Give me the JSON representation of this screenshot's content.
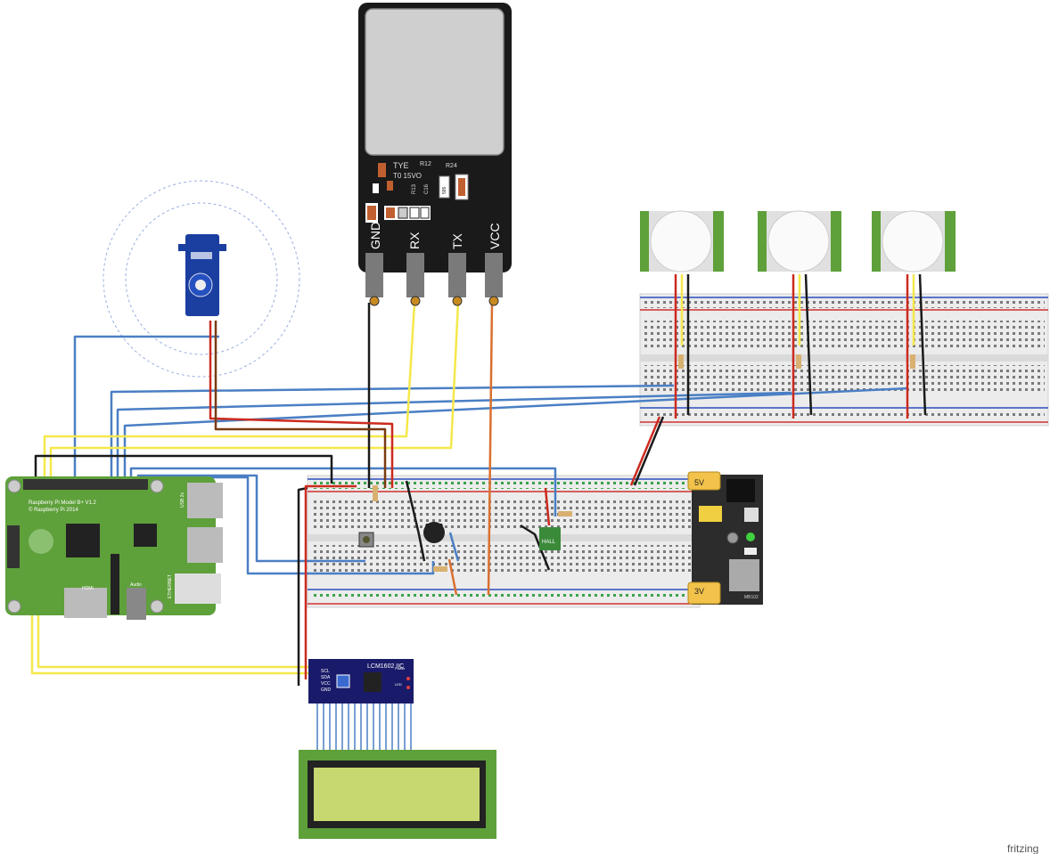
{
  "fingerprint": {
    "pins": [
      "GND",
      "RX",
      "TX",
      "VCC"
    ],
    "labels": [
      "TYE",
      "T0 15VO",
      "R12",
      "R24",
      "R13",
      "C16",
      "595"
    ]
  },
  "raspberry_pi": {
    "line1": "Raspberry Pi Model B+ V1.2",
    "line2": "© Raspberry Pi 2014",
    "hdmi": "HDMI",
    "audio": "Audio",
    "ethernet": "ETHERNET",
    "usb": "USB 2x"
  },
  "power_module": {
    "v5": "5V",
    "v3": "3V",
    "mini_text": "MB102"
  },
  "i2c_module": {
    "title": "LCM1602 IIC",
    "pins": [
      "SCL",
      "SDA",
      "VCC",
      "GND"
    ],
    "power": "Power",
    "led": "LED"
  },
  "hall_sensor": {
    "label": "HALL"
  },
  "watermark": "fritzing",
  "colors": {
    "blue_wire": "#4a7fc4",
    "yellow_wire": "#f5e84a",
    "red_wire": "#cc2a1f",
    "black_wire": "#1a1a1a",
    "brown_wire": "#7a3a12",
    "orange_wire": "#d97030",
    "pcb_green": "#5ea03a",
    "breadboard": "#ececec"
  }
}
